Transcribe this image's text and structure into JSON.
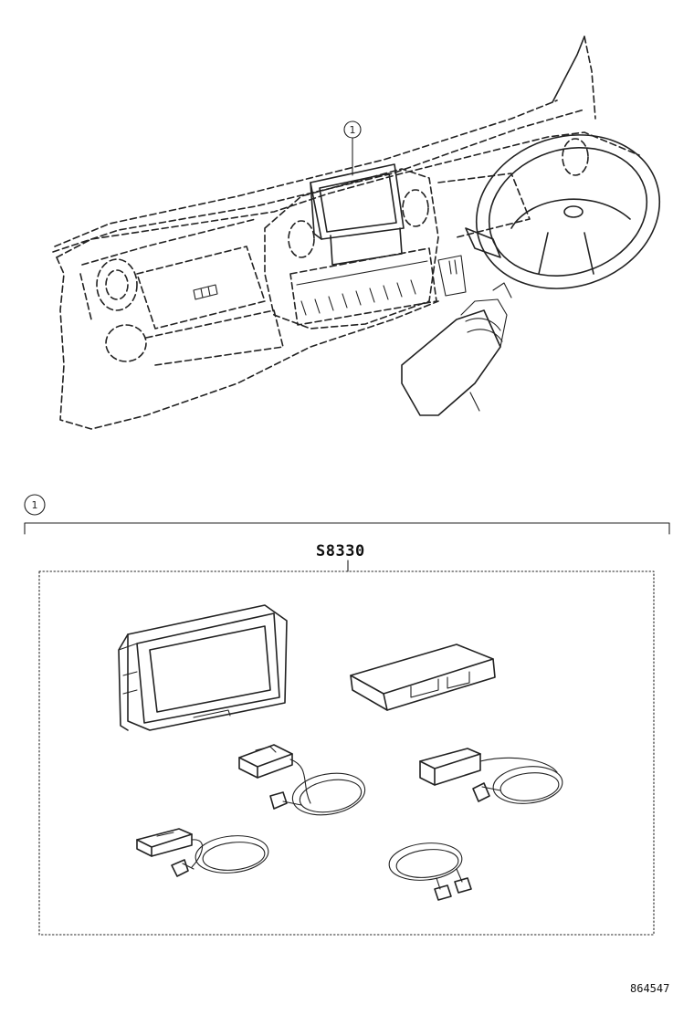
{
  "diagram": {
    "callout_top": "1",
    "callout_bottom": "1",
    "part_code": "S8330",
    "illustration_number": "864547"
  },
  "colors": {
    "ink": "#222222",
    "background": "#ffffff"
  }
}
